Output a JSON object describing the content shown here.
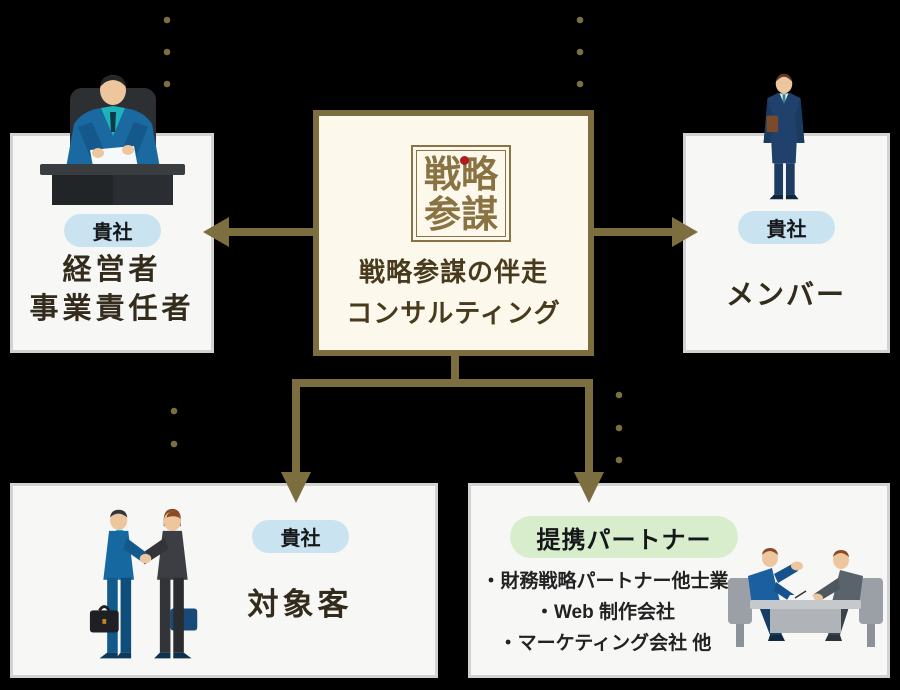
{
  "center_card": {
    "logo_row1": "戦略",
    "logo_row2": "参謀",
    "title_line1": "戦略参謀の伴走",
    "title_line2": "コンサルティング"
  },
  "boxes": {
    "top_left": {
      "badge": "貴社",
      "label_line1": "経営者",
      "label_line2": "事業責任者"
    },
    "top_right": {
      "badge": "貴社",
      "label": "メンバー"
    },
    "bottom_left": {
      "badge": "貴社",
      "label": "対象客"
    },
    "bottom_right": {
      "badge": "提携パートナー",
      "items": [
        "・財務戦略パートナー他士業",
        "・Web 制作会社",
        "・マーケティング会社 他"
      ]
    }
  },
  "colors": {
    "background": "#000000",
    "arrow_gold": "#7d6e3f",
    "card_cream": "#fdf8ec",
    "card_border_gold": "#7d6e3f",
    "logo_gold": "#8a7342",
    "logo_dot_red": "#b11a1f",
    "badge_blue": "#c9e4f0",
    "badge_green": "#d8edcb",
    "box_background": "#f7f7f6",
    "heading_brown": "#332b1c"
  }
}
